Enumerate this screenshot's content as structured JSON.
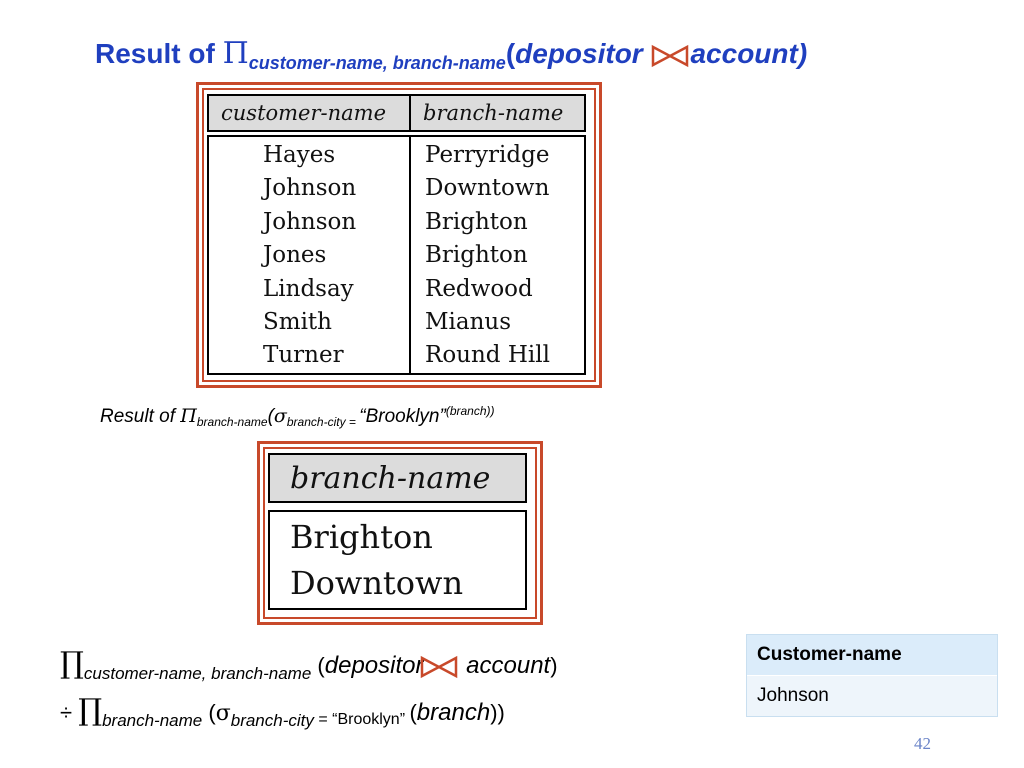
{
  "title": {
    "prefix": "Result of ",
    "pi": "Π",
    "subscript": "customer-name, branch-name",
    "open": "(",
    "left": "depositor",
    "right": "account)",
    "join_color": "#c8492a"
  },
  "table1": {
    "headers": [
      "customer-name",
      "branch-name"
    ],
    "customer_names": [
      "Hayes",
      "Johnson",
      "Johnson",
      "Jones",
      "Lindsay",
      "Smith",
      "Turner"
    ],
    "branch_names": [
      "Perryridge",
      "Downtown",
      "Brighton",
      "Brighton",
      "Redwood",
      "Mianus",
      "Round Hill"
    ]
  },
  "subtitle": {
    "prefix": "Result of ",
    "pi": "Π",
    "sub1": "branch-name",
    "open": "(",
    "sigma": "σ",
    "sub2": "branch-city = ",
    "value": "“Brooklyn”",
    "sup": "(branch))"
  },
  "table2": {
    "header": "branch-name",
    "rows": [
      "Brighton",
      "Downtown"
    ]
  },
  "expr": {
    "line1_pi": "∏",
    "line1_sub": "customer-name, branch-name",
    "line1_open": " (",
    "line1_left": "depositor",
    "line1_right": " account",
    "line1_close": ")",
    "line2_div": "÷ ",
    "line2_pi": "∏",
    "line2_sub": "branch-name",
    "line2_open": " (",
    "line2_sigma": "σ",
    "line2_sub2": "branch-city",
    "line2_eq": " = “Brooklyn” ",
    "line2_open2": "(",
    "line2_branch": "branch",
    "line2_close": "))"
  },
  "result": {
    "header": "Customer-name",
    "value": "Johnson"
  },
  "page_number": "42"
}
